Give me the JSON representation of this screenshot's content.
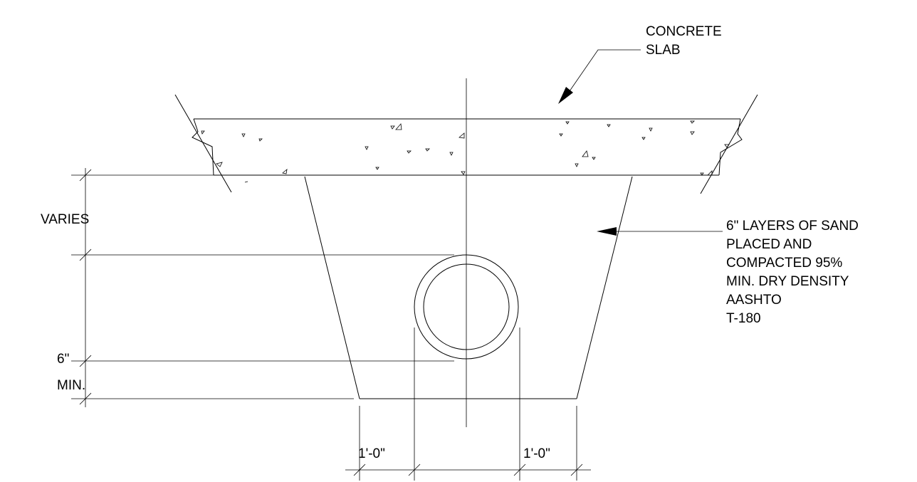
{
  "labels": {
    "concrete_slab": [
      "CONCRETE",
      "SLAB"
    ],
    "sand_layers": [
      "6\" LAYERS OF SAND",
      "PLACED AND",
      "COMPACTED 95%",
      "MIN. DRY DENSITY",
      "AASHTO",
      "T-180"
    ],
    "varies": "VARIES",
    "min_cover": [
      "6\"",
      "MIN."
    ],
    "left_clearance": "1'-0\"",
    "right_clearance": "1'-0\""
  },
  "colors": {
    "ink": "#000000",
    "paper": "#ffffff"
  }
}
